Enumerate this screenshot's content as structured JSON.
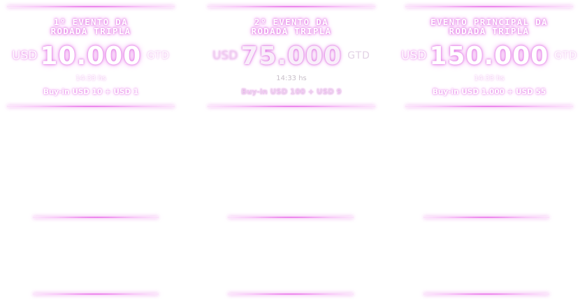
{
  "cards": [
    {
      "title": "1º EVENTO DA\nRODADA TRIPLA",
      "currency": "USD",
      "amount": "10.000",
      "gtd": "GTD",
      "time": "14:33 hs",
      "buyin": "Buy-in USD 10 + USD 1"
    },
    {
      "title": "2º EVENTO DA\nRODADA TRIPLA",
      "currency": "USD",
      "amount": "75.000",
      "gtd": "GTD",
      "time": "14:33 hs",
      "buyin": "Buy-in USD 100 + USD 9"
    },
    {
      "title": "EVENTO PRINCIPAL DA\nRODADA TRIPLA",
      "currency": "USD",
      "amount": "150.000",
      "gtd": "GTD",
      "time": "14:33 hs",
      "buyin": "Buy-in USD 1.000 + USD 55"
    }
  ],
  "colors": {
    "glow": "#e146e1",
    "text": "#ffffff"
  }
}
